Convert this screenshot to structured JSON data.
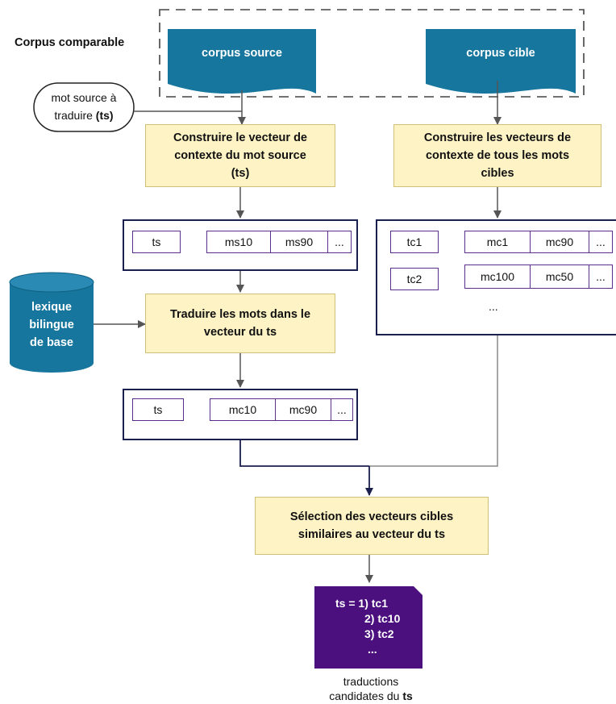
{
  "corpus": {
    "group_label": "Corpus comparable",
    "source": "corpus source",
    "target": "corpus cible"
  },
  "input_word": {
    "line1": "mot source à",
    "line2_prefix": "traduire ",
    "line2_bold": "(ts)"
  },
  "steps": {
    "build_source_line1": "Construire le vecteur de",
    "build_source_line2": "contexte du mot source",
    "build_source_line3": "(ts)",
    "build_target_line1": "Construire les vecteurs de",
    "build_target_line2": "contexte de tous les mots",
    "build_target_line3": "cibles",
    "translate_line1": "Traduire les mots dans le",
    "translate_line2": "vecteur du ts",
    "select_line1": "Sélection des vecteurs cibles",
    "select_line2": "similaires au vecteur du ts"
  },
  "source_vector": {
    "key": "ts",
    "cells": [
      "ms10",
      "ms90",
      "..."
    ]
  },
  "translated_vector": {
    "key": "ts",
    "cells": [
      "mc10",
      "mc90",
      "..."
    ]
  },
  "target_vectors": {
    "rows": [
      {
        "key": "tc1",
        "cells": [
          "mc1",
          "mc90",
          "..."
        ]
      },
      {
        "key": "tc2",
        "cells": [
          "mc100",
          "mc50",
          "..."
        ]
      }
    ],
    "more": "..."
  },
  "lexicon": {
    "line1": "lexique",
    "line2": "bilingue",
    "line3": "de base"
  },
  "result": {
    "line1": "ts = 1) tc1",
    "line2": "2) tc10",
    "line3": "3) tc2",
    "line4": "...",
    "caption_line1": "traductions",
    "caption_line2_prefix": "candidates du ",
    "caption_line2_bold": "ts"
  },
  "colors": {
    "corpus_blue": "#17769d",
    "process_fill": "#fdf3c4",
    "vector_border": "#1a1f4e",
    "arrow_purple": "#5b2d8e",
    "result_purple": "#4b0f7e",
    "connector": "#555555"
  }
}
